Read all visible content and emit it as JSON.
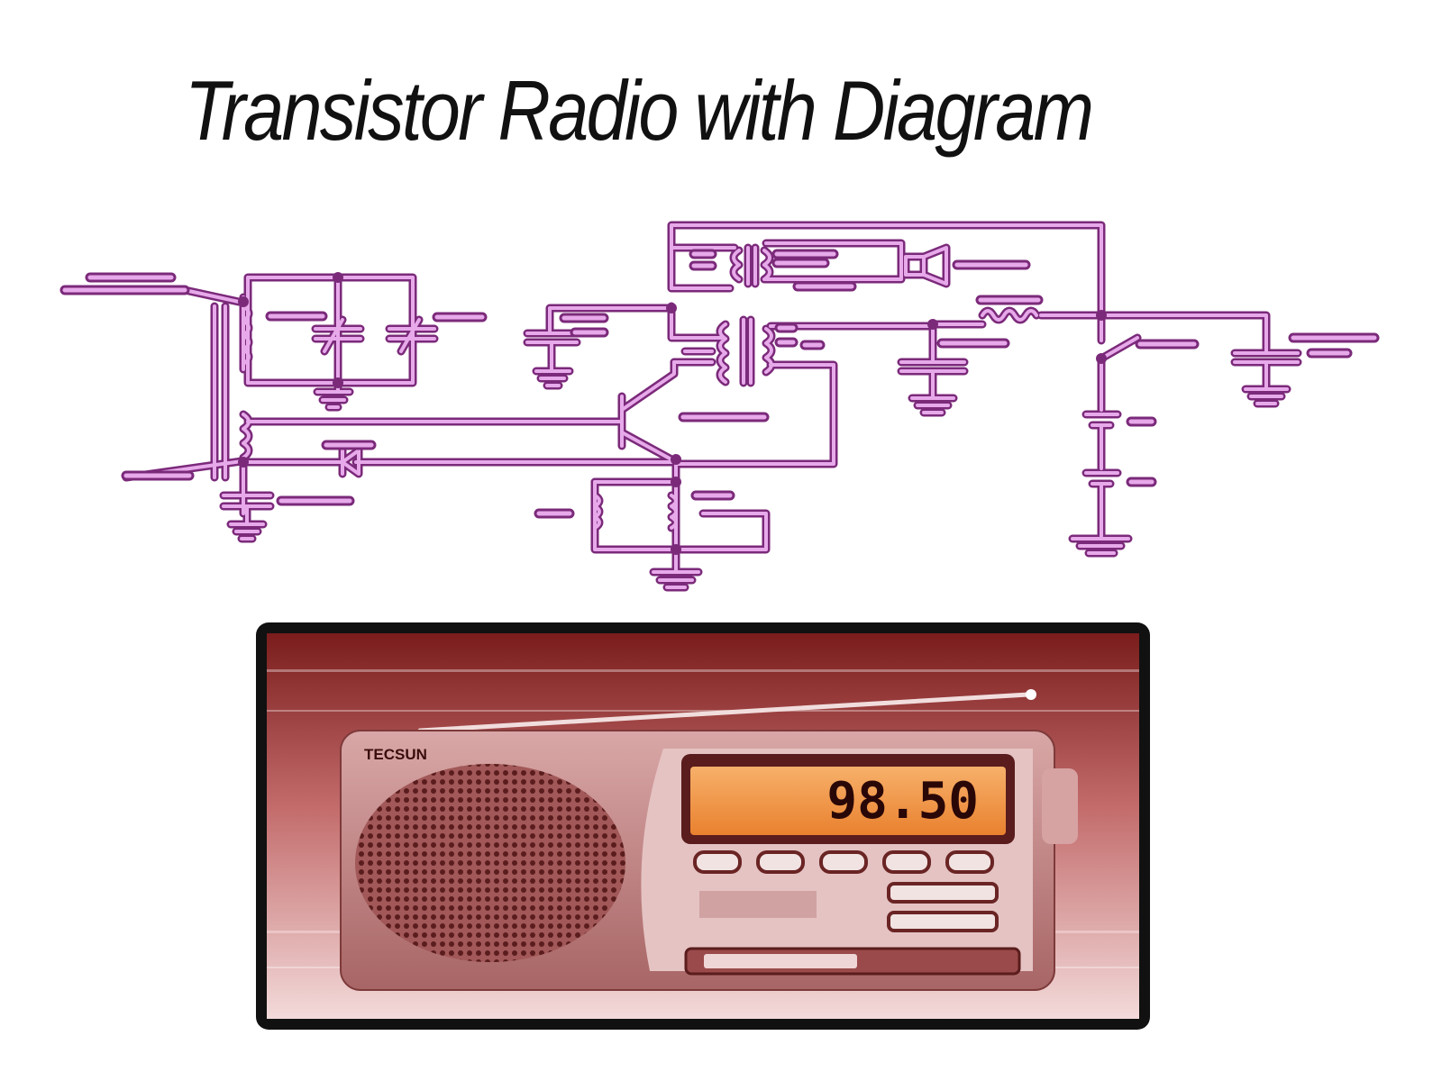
{
  "title": "Transistor Radio with Diagram",
  "radio": {
    "brand": "TECSUN",
    "frequency_display": "98.50"
  },
  "colors": {
    "schematic_outline": "#7b2a7a",
    "schematic_fill": "#e7a9ea",
    "photo_tint": "#8a2a2a",
    "display_orange": "#f39a4a"
  }
}
